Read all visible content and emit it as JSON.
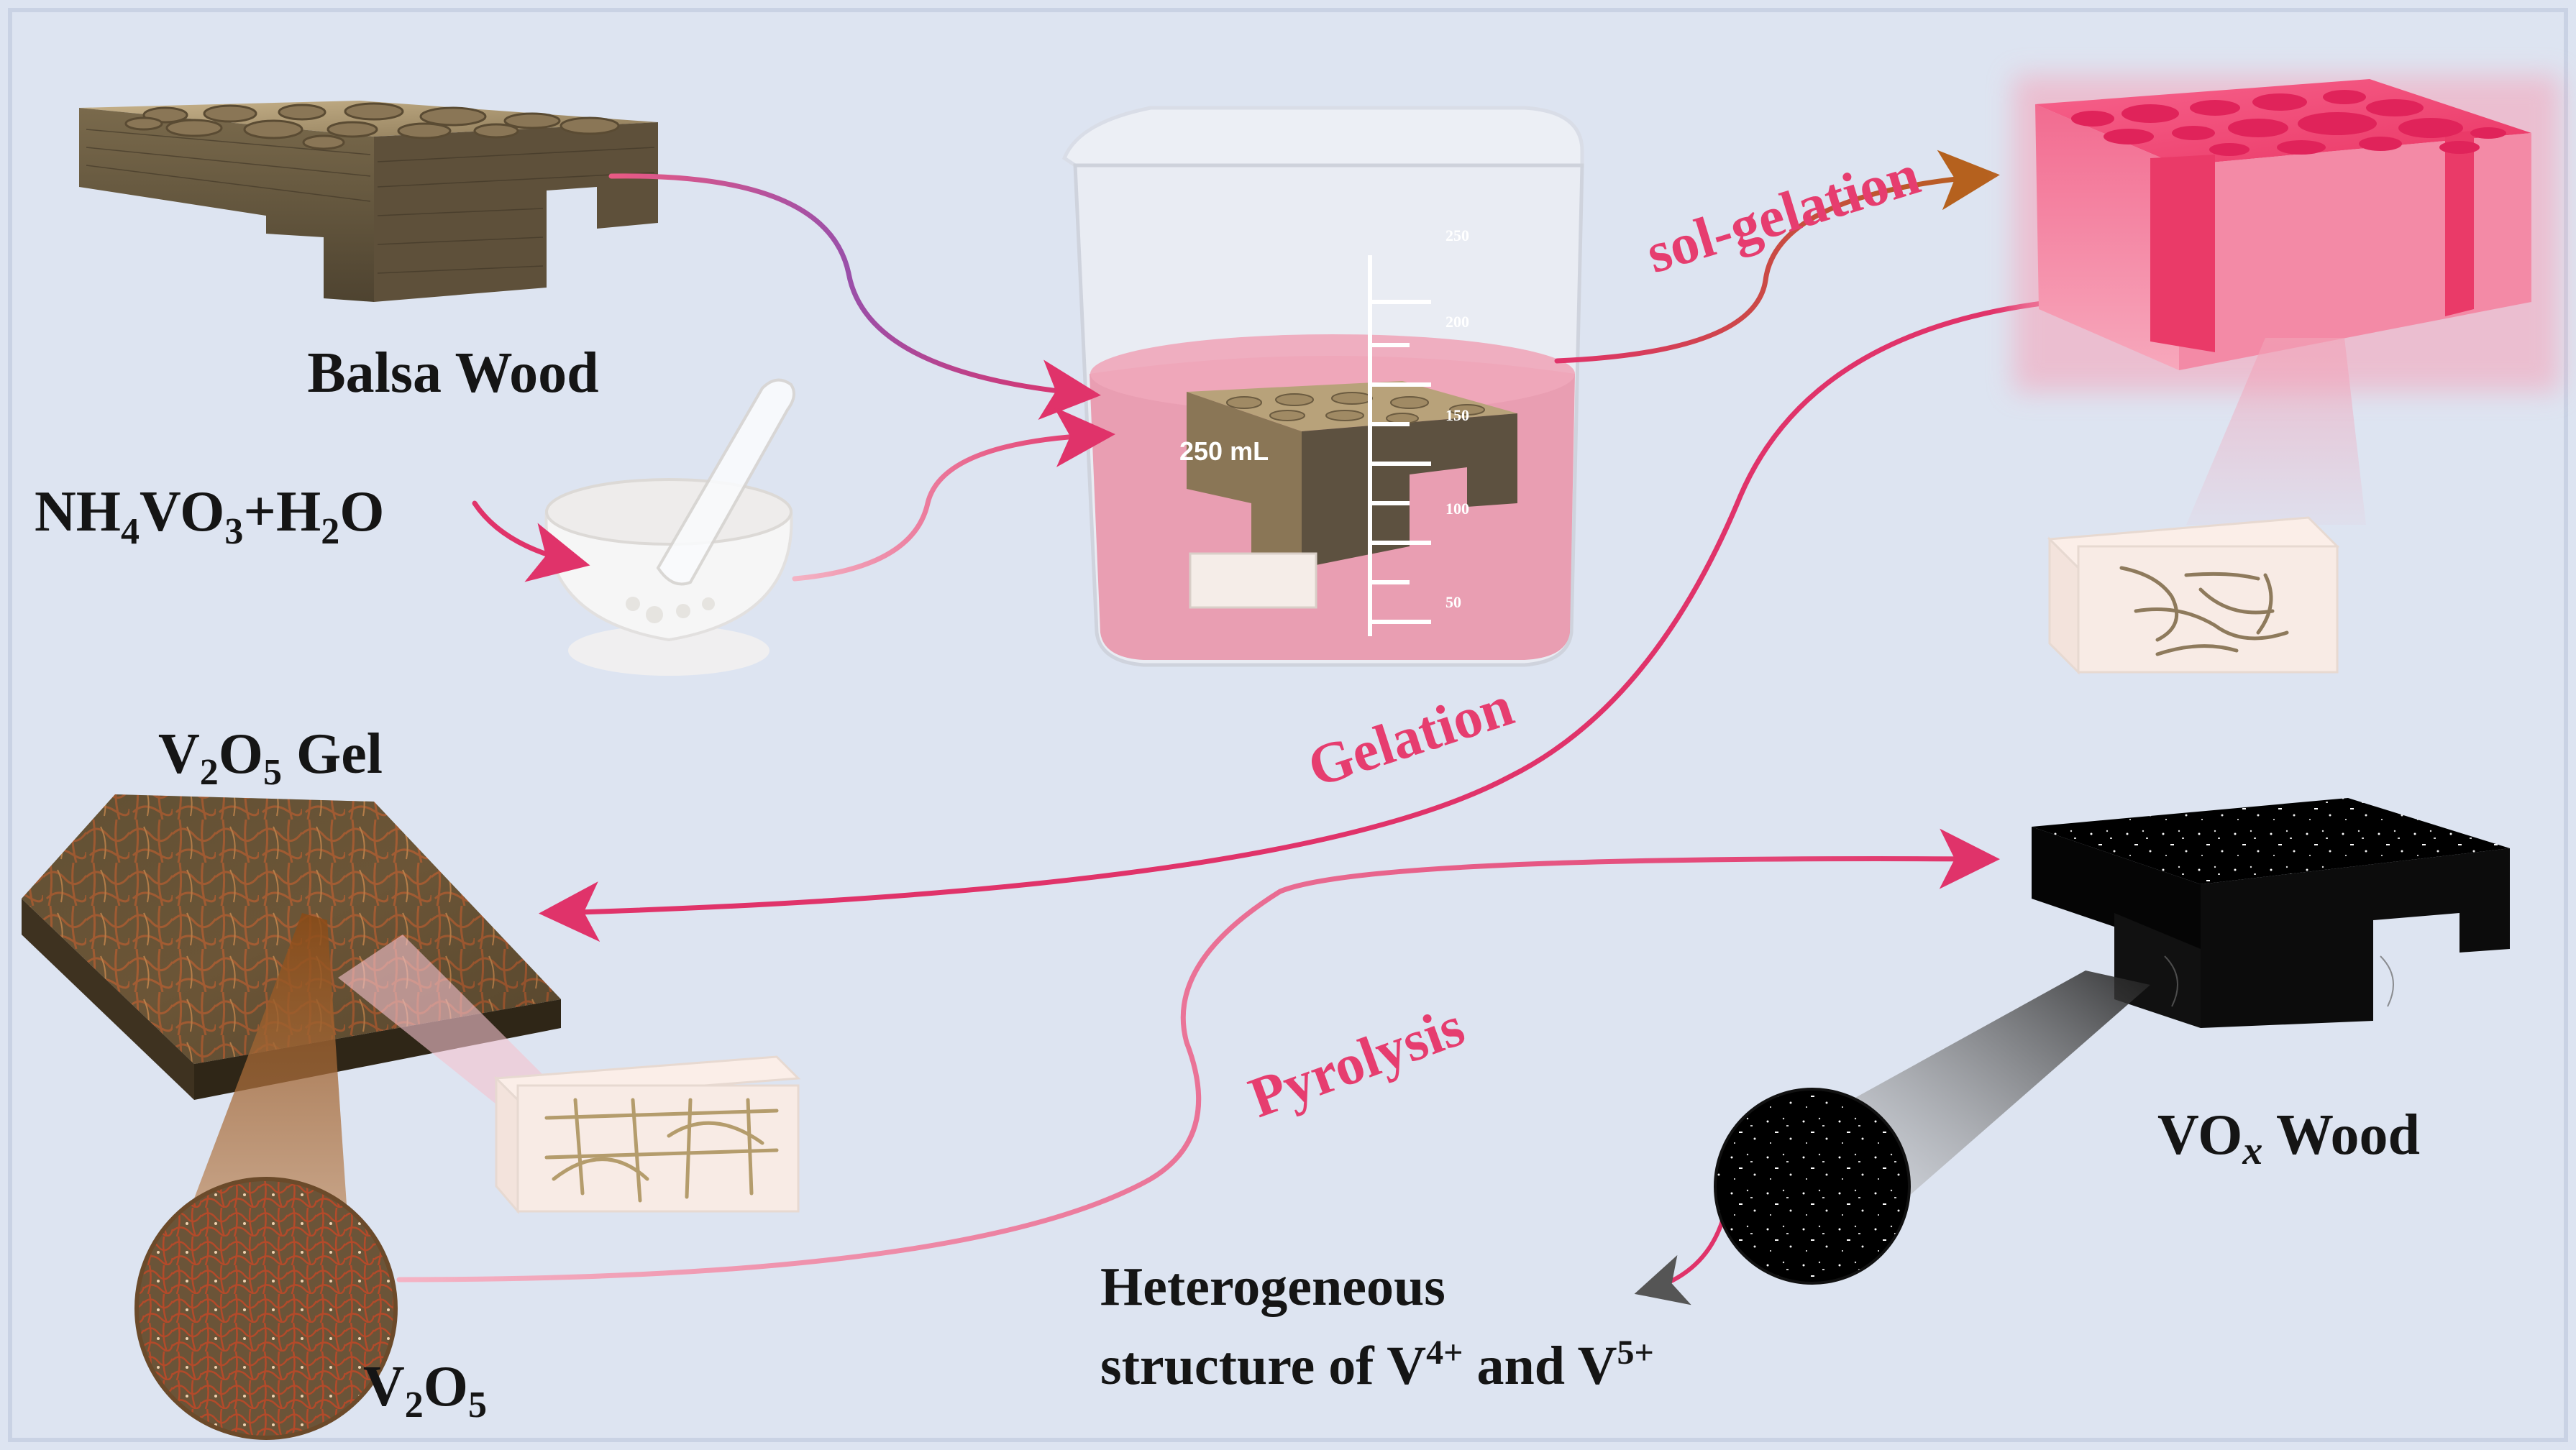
{
  "colors": {
    "background": "#dde4f1",
    "border": "#c9d2e4",
    "label_dark": "#151515",
    "label_pink": "#e63d6f",
    "arrow_pink": "#e0336a",
    "arrow_orange": "#b5611e",
    "gel_pink": "#f0406e",
    "liquid_pink": "#e996ab"
  },
  "labels": {
    "balsa_wood": "Balsa Wood",
    "precursor": {
      "nh": "NH",
      "sub4": "4",
      "vo": "VO",
      "sub3": "3",
      "plus_h": "+H",
      "sub2": "2",
      "o": "O"
    },
    "beaker_volume": "250 mL",
    "beaker_marks": [
      "250",
      "200",
      "150",
      "100",
      "50"
    ],
    "sol_gelation": "sol-gelation",
    "gelation": "Gelation",
    "pyrolysis": "Pyrolysis",
    "v2o5_gel": {
      "v": "V",
      "sub2": "2",
      "o": "O",
      "sub5": "5",
      "rest": " Gel"
    },
    "v2o5": {
      "v": "V",
      "sub2": "2",
      "o": "O",
      "sub5": "5"
    },
    "vox_wood": {
      "vo": "VO",
      "x": "x",
      "rest": " Wood"
    },
    "hetero": {
      "line1": "Heterogeneous",
      "line2_prefix": "structure of V",
      "sup4": "4+",
      "mid": " and V",
      "sup5": "5+"
    }
  },
  "icons": {
    "balsa_block": "balsa-wood-block-icon",
    "mortar": "mortar-and-pestle-icon",
    "beaker": "beaker-icon",
    "gel_block": "pink-gel-block-icon",
    "gel_inset": "fiber-inset-box-icon",
    "v2o5_gel_block": "v2o5-gel-block-icon",
    "v2o5_zoom": "v2o5-magnified-circle-icon",
    "network_inset": "fiber-network-box-icon",
    "vox_block": "vox-wood-block-icon",
    "vox_zoom": "vox-magnified-circle-icon"
  }
}
